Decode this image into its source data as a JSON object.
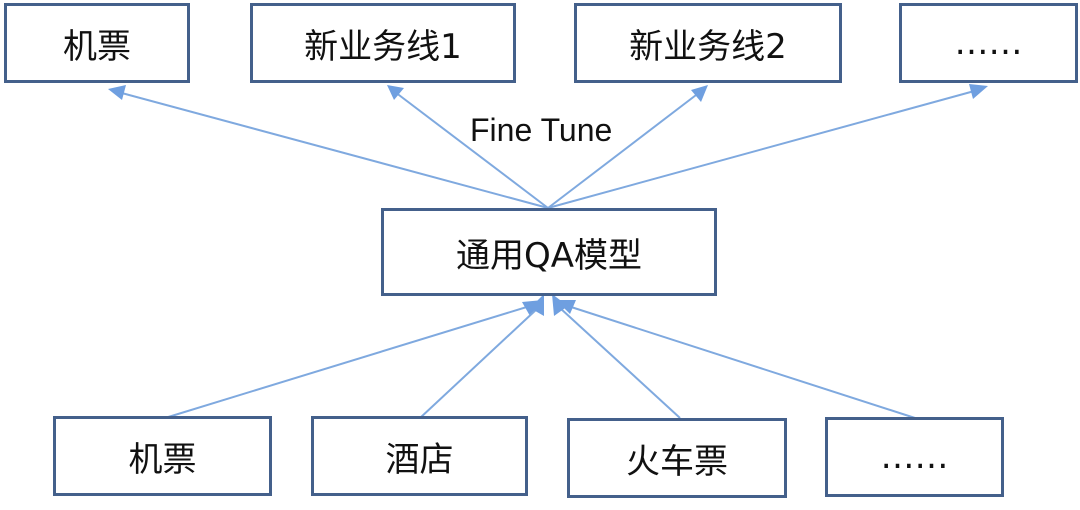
{
  "diagram": {
    "top_row": [
      {
        "label": "机票"
      },
      {
        "label": "新业务线1"
      },
      {
        "label": "新业务线2"
      },
      {
        "label": "……"
      }
    ],
    "center": {
      "label": "通用QA模型"
    },
    "bottom_row": [
      {
        "label": "机票"
      },
      {
        "label": "酒店"
      },
      {
        "label": "火车票"
      },
      {
        "label": "……"
      }
    ],
    "edge_label": "Fine Tune",
    "colors": {
      "box_border": "#44608b",
      "arrow": "#7fa9df",
      "arrowhead": "#6f9fe0",
      "text": "#111111"
    }
  }
}
